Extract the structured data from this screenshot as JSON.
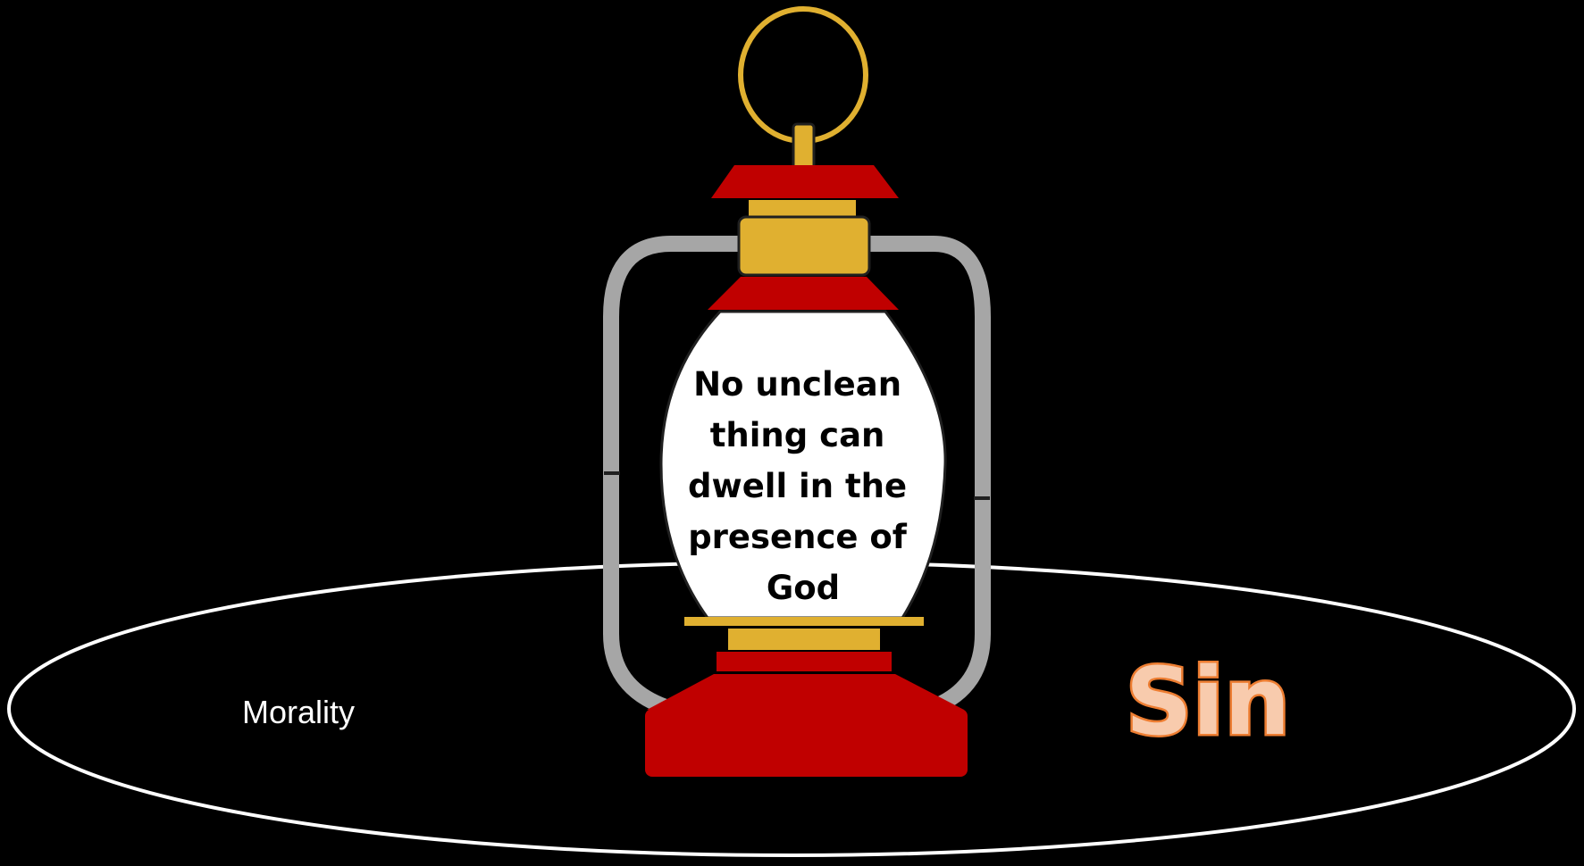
{
  "lamp": {
    "message_lines": [
      "No unclean",
      "thing can",
      "dwell in the",
      "presence of",
      "God"
    ]
  },
  "circle": {
    "left_label": "Morality",
    "right_label": "Sin"
  },
  "colors": {
    "background": "#000000",
    "lamp_red": "#c00000",
    "lamp_gold": "#e0b030",
    "handle_gray": "#a6a6a6",
    "globe_white": "#ffffff",
    "circle_outline": "#ffffff",
    "sin_fill": "#f8cbad",
    "sin_outline": "#ed7d31",
    "morality_text": "#ffffff"
  }
}
